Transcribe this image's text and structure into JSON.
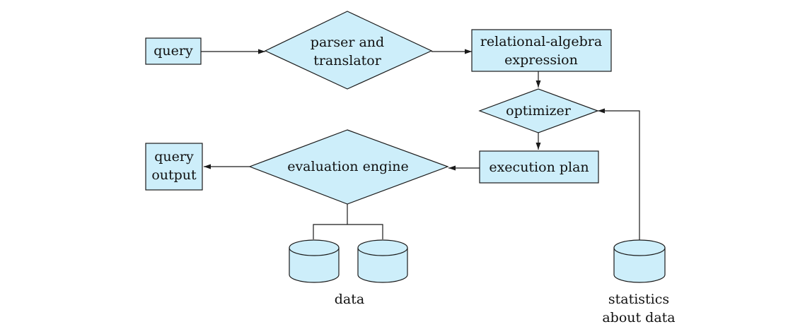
{
  "nodes": {
    "query": {
      "label": "query"
    },
    "parser": {
      "line1": "parser and",
      "line2": "translator"
    },
    "relational": {
      "line1": "relational-algebra",
      "line2": "expression"
    },
    "optimizer": {
      "label": "optimizer"
    },
    "execution": {
      "label": "execution plan"
    },
    "evaluation": {
      "label": "evaluation engine"
    },
    "output": {
      "line1": "query",
      "line2": "output"
    },
    "data": {
      "label": "data"
    },
    "statistics": {
      "line1": "statistics",
      "line2": "about data"
    }
  },
  "colors": {
    "fill": "#cdeefa",
    "stroke": "#1a1a1a"
  }
}
